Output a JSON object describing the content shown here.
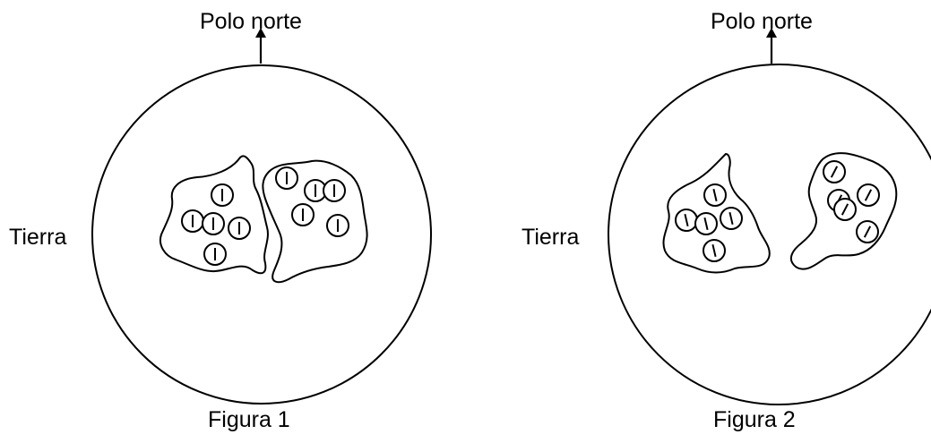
{
  "figures": [
    {
      "north_label": "Polo norte",
      "earth_label": "Tierra",
      "caption": "Figura 1"
    },
    {
      "north_label": "Polo norte",
      "earth_label": "Tierra",
      "caption": "Figura 2"
    }
  ],
  "colors": {
    "line": "#000000",
    "background": "#ffffff"
  },
  "icons": [
    "arrow-up-icon",
    "magnetic-domain-icon"
  ]
}
